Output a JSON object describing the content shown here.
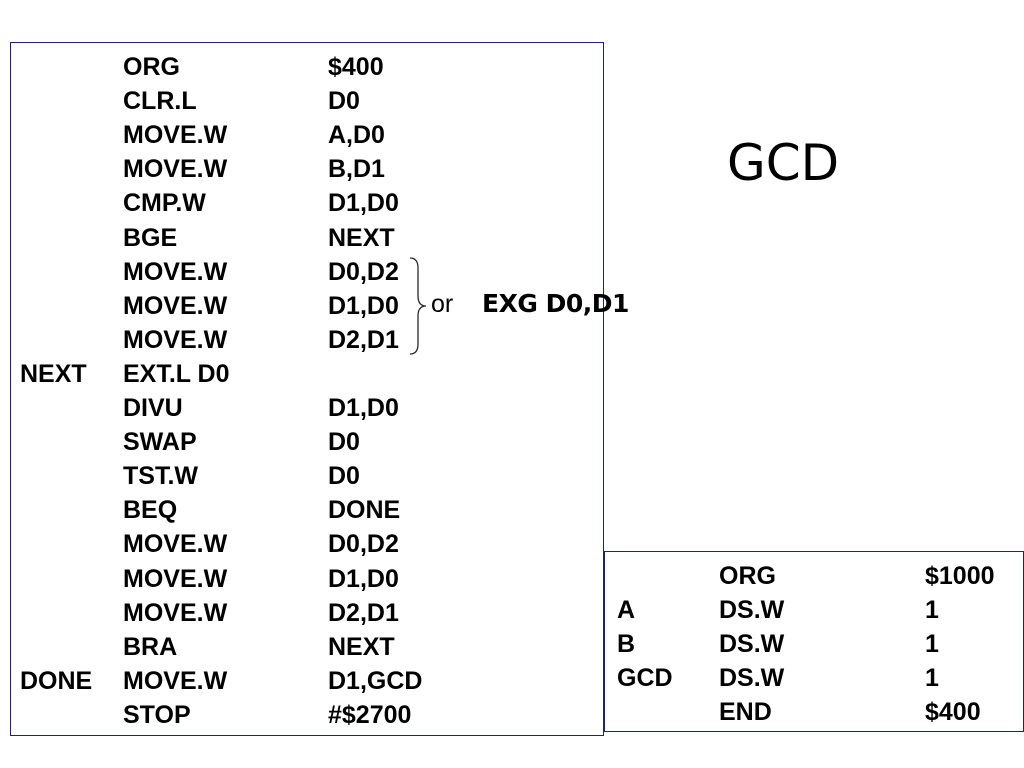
{
  "title": "GCD",
  "code": [
    {
      "label": "",
      "op": "ORG",
      "arg": "$400"
    },
    {
      "label": "",
      "op": "CLR.L",
      "arg": "D0"
    },
    {
      "label": "",
      "op": "MOVE.W",
      "arg": "A,D0"
    },
    {
      "label": "",
      "op": "MOVE.W",
      "arg": "B,D1"
    },
    {
      "label": "",
      "op": "CMP.W",
      "arg": "D1,D0"
    },
    {
      "label": "",
      "op": "BGE",
      "arg": "NEXT"
    },
    {
      "label": "",
      "op": "MOVE.W",
      "arg": "D0,D2"
    },
    {
      "label": "",
      "op": "MOVE.W",
      "arg": "D1,D0"
    },
    {
      "label": "",
      "op": "MOVE.W",
      "arg": "D2,D1"
    },
    {
      "label": "NEXT",
      "op": "EXT.L   D0",
      "arg": ""
    },
    {
      "label": "",
      "op": "DIVU",
      "arg": "D1,D0"
    },
    {
      "label": "",
      "op": "SWAP",
      "arg": "D0"
    },
    {
      "label": "",
      "op": "TST.W",
      "arg": "D0"
    },
    {
      "label": "",
      "op": "BEQ",
      "arg": "DONE"
    },
    {
      "label": "",
      "op": "MOVE.W",
      "arg": "D0,D2"
    },
    {
      "label": "",
      "op": "MOVE.W",
      "arg": "D1,D0"
    },
    {
      "label": "",
      "op": "MOVE.W",
      "arg": "D2,D1"
    },
    {
      "label": "",
      "op": "BRA",
      "arg": "NEXT"
    },
    {
      "label": "DONE",
      "op": "MOVE.W",
      "arg": "D1,GCD"
    },
    {
      "label": "",
      "op": "STOP",
      "arg": "#$2700"
    }
  ],
  "alternative": {
    "or": "or",
    "instruction": "EXG  D0,D1"
  },
  "data_section": [
    {
      "label": "",
      "op": "ORG",
      "arg": "$1000"
    },
    {
      "label": "A",
      "op": "DS.W",
      "arg": "1"
    },
    {
      "label": "B",
      "op": "DS.W",
      "arg": "1"
    },
    {
      "label": "GCD",
      "op": "DS.W",
      "arg": "1"
    },
    {
      "label": "",
      "op": "END",
      "arg": "$400"
    }
  ],
  "colors": {
    "box_border": "#1a237e",
    "brace": "#2b2b2b"
  }
}
